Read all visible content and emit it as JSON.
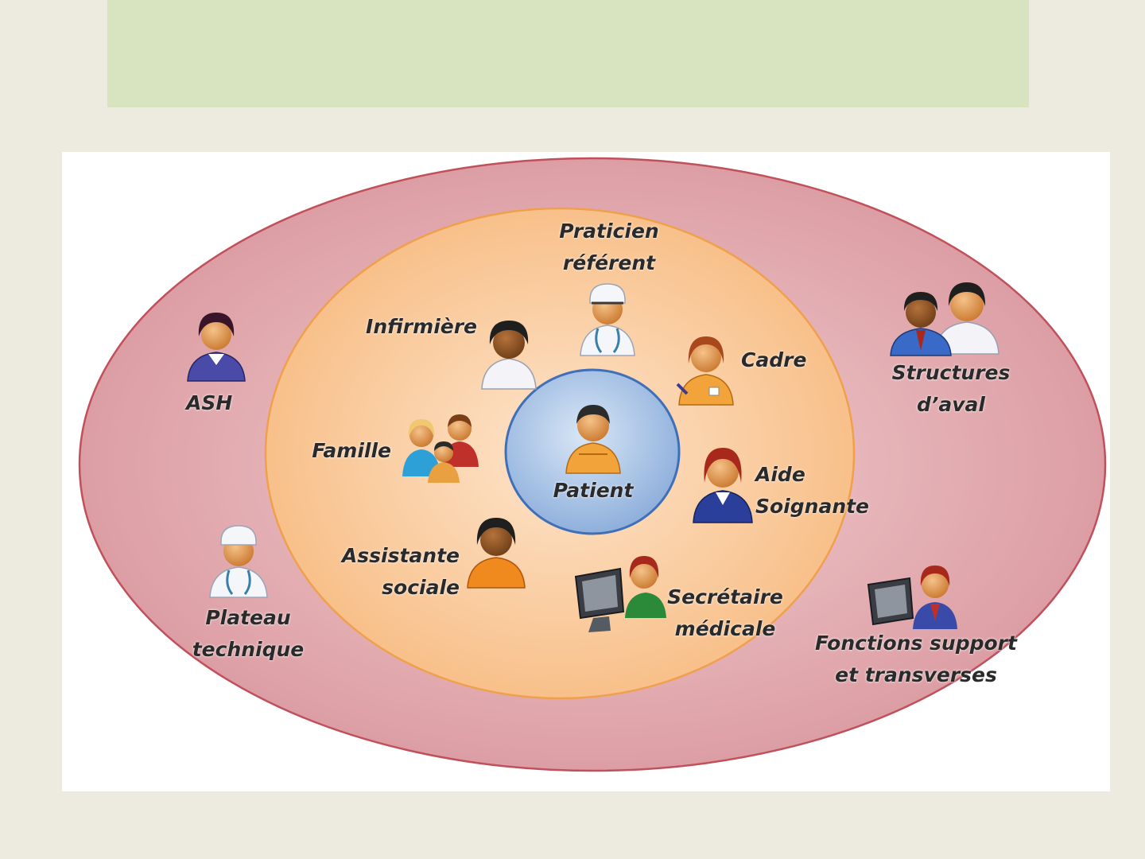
{
  "diagram": {
    "center": "Patient",
    "inner_circle": [
      "Praticien\nréférent",
      "Infirmière",
      "Cadre",
      "Famille",
      "Aide\nSoignante",
      "Assistante\nsociale",
      "Secrétaire\nmédicale"
    ],
    "outer_circle": [
      "ASH",
      "Plateau\ntechnique",
      "Structures\nd’aval",
      "Fonctions support\net transverses"
    ]
  },
  "icons": {
    "patient": "patient-person-icon",
    "praticien": "doctor-with-stethoscope-icon",
    "infirmiere": "nurse-person-icon",
    "cadre": "manager-with-pen-icon",
    "famille": "family-group-icon",
    "aide": "caregiver-woman-icon",
    "assistante": "social-worker-woman-icon",
    "secretaire": "secretary-at-computer-icon",
    "ash": "ash-worker-icon",
    "plateau": "technician-with-stethoscope-icon",
    "structures": "two-people-icon",
    "fonctions": "support-person-at-computer-icon"
  },
  "colors": {
    "outer_fill": "#e8b4b8",
    "outer_stroke": "#c0505a",
    "inner_fill": "#f9cfa2",
    "inner_stroke": "#f0a04a",
    "center_fill": "#a9c4e4",
    "center_stroke": "#4a78c0",
    "banner": "#d8e4bf",
    "background": "#edebe0"
  }
}
